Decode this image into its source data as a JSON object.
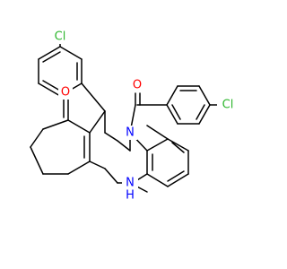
{
  "colors": {
    "bond": "#000000",
    "carbon_skeleton": "#000000",
    "chlorine": "#2db62d",
    "oxygen": "#ff0000",
    "nitrogen": "#0000ff",
    "background": "#ffffff"
  },
  "atoms": {
    "cl_left": {
      "symbol": "Cl",
      "element": "chlorine"
    },
    "cl_right": {
      "symbol": "Cl",
      "element": "chlorine"
    },
    "o_amide": {
      "symbol": "O",
      "element": "oxygen"
    },
    "o_ketone": {
      "symbol": "O",
      "element": "oxygen"
    },
    "n_amide": {
      "symbol": "N",
      "element": "nitrogen"
    },
    "n_amine": {
      "symbol": "N",
      "element": "nitrogen"
    },
    "h_amine": {
      "symbol": "H",
      "element": "nitrogen"
    }
  }
}
